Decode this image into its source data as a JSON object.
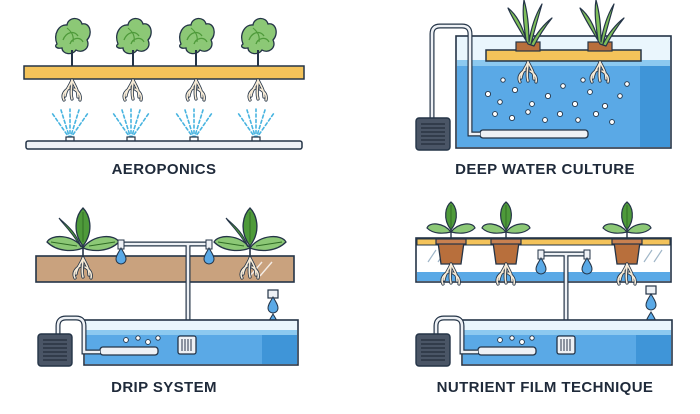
{
  "panels": {
    "aeroponics": {
      "label": "AEROPONICS"
    },
    "deep_water_culture": {
      "label": "DEEP WATER CULTURE"
    },
    "drip_system": {
      "label": "DRIP SYSTEM"
    },
    "nutrient_film_technique": {
      "label": "NUTRIENT FILM TECHNIQUE"
    }
  },
  "colors": {
    "outline": "#243447",
    "water": "#5aa9e6",
    "water_light": "#bfe3fa",
    "tank_glass": "#eaf6fd",
    "rail": "#f4c35a",
    "soil": "#c9a27e",
    "leaf_dark": "#4e9a3a",
    "leaf_light": "#8cc876",
    "pot": "#b86f3c",
    "root": "#f6ead6",
    "pump": "#4a5566",
    "spray": "#48b4e0",
    "grass": "#7fbf5a"
  }
}
